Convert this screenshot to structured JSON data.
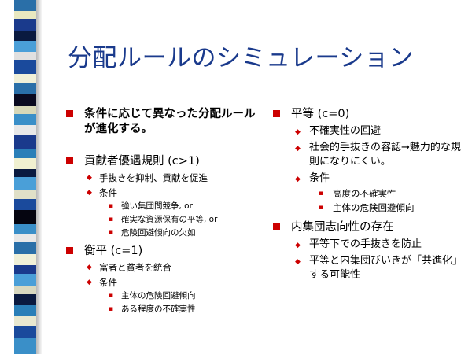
{
  "slide": {
    "title": "分配ルールのシミュレーション",
    "accent_color": "#1a3a8c",
    "bullet_color": "#cc0000",
    "left": {
      "item1": "条件に応じて異なった分配ルールが進化する。",
      "item2": {
        "label": "貢献者優遇規則 (c>1)",
        "sub1": "手抜きを抑制、貢献を促進",
        "sub2": "条件",
        "cond1": "強い集団間競争, or",
        "cond2": "確実な資源保有の平等, or",
        "cond3": "危険回避傾向の欠如"
      },
      "item3": {
        "label": "衡平 (c=1)",
        "sub1": "富者と貧者を統合",
        "sub2": "条件",
        "cond1": "主体の危険回避傾向",
        "cond2": "ある程度の不確実性"
      }
    },
    "right": {
      "item1": {
        "label": "平等 (c=0)",
        "sub1": "不確実性の回避",
        "sub2": "社会的手抜きの容認→魅力的な規則になりにくい。",
        "sub3": "条件",
        "cond1": "高度の不確実性",
        "cond2": "主体の危険回避傾向"
      },
      "item2": {
        "label": "内集団志向性の存在",
        "sub1": "平等下での手抜きを防止",
        "sub2": "平等と内集団びいきが「共進化」する可能性"
      }
    }
  }
}
